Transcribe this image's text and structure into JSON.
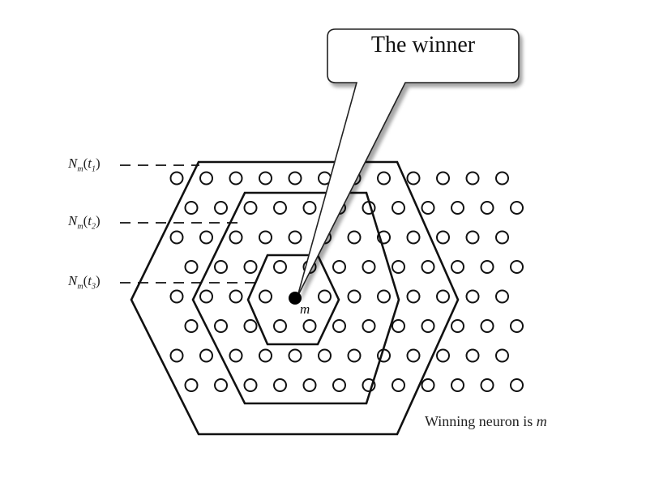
{
  "callout": {
    "text": "The winner"
  },
  "caption": {
    "prefix": "Winning neuron is ",
    "neuron": "m"
  },
  "winner_label": "m",
  "neighborhood_labels": [
    {
      "base": "N",
      "sub_m": "m",
      "t": "t",
      "t_sub": "1"
    },
    {
      "base": "N",
      "sub_m": "m",
      "t": "t",
      "t_sub": "2"
    },
    {
      "base": "N",
      "sub_m": "m",
      "t": "t",
      "t_sub": "3"
    }
  ],
  "colors": {
    "stroke": "#111111",
    "background": "#ffffff",
    "winner": "#000000"
  }
}
